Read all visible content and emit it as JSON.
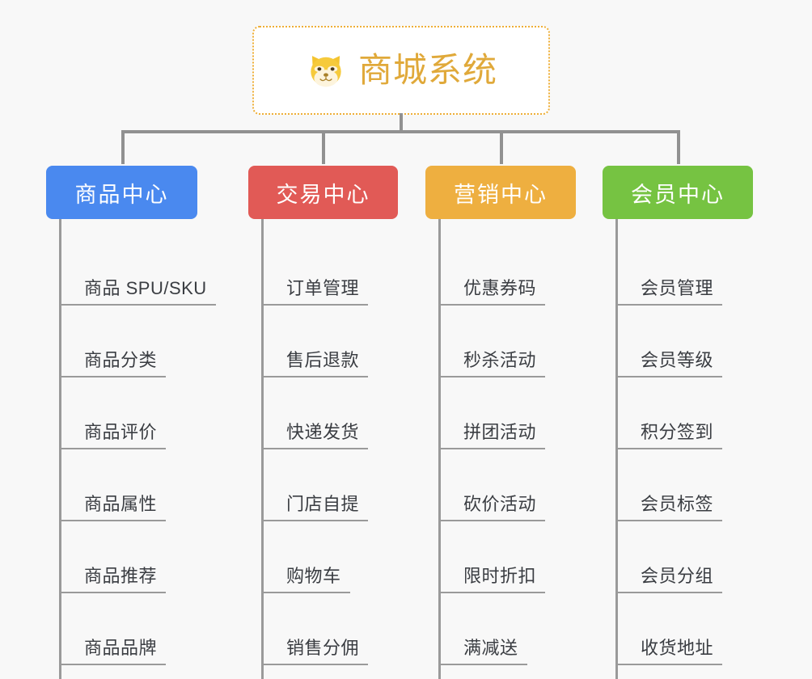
{
  "diagram": {
    "type": "mind-map",
    "background_color": "#f8f8f8",
    "root": {
      "title": "商城系统",
      "icon": "shiba-dog-face-icon",
      "title_color": "#e0a93a",
      "border_color": "#eeae36",
      "fill_color": "#ffffff"
    },
    "connector_color": "#919191",
    "branches": [
      {
        "label": "商品中心",
        "color": "#4a89ef",
        "items": [
          "商品 SPU/SKU",
          "商品分类",
          "商品评价",
          "商品属性",
          "商品推荐",
          "商品品牌"
        ]
      },
      {
        "label": "交易中心",
        "color": "#e15a56",
        "items": [
          "订单管理",
          "售后退款",
          "快递发货",
          "门店自提",
          "购物车",
          "销售分佣"
        ]
      },
      {
        "label": "营销中心",
        "color": "#eeaf40",
        "items": [
          "优惠券码",
          "秒杀活动",
          "拼团活动",
          "砍价活动",
          "限时折扣",
          "满减送"
        ]
      },
      {
        "label": "会员中心",
        "color": "#76c342",
        "items": [
          "会员管理",
          "会员等级",
          "积分签到",
          "会员标签",
          "会员分组",
          "收货地址"
        ]
      }
    ]
  }
}
